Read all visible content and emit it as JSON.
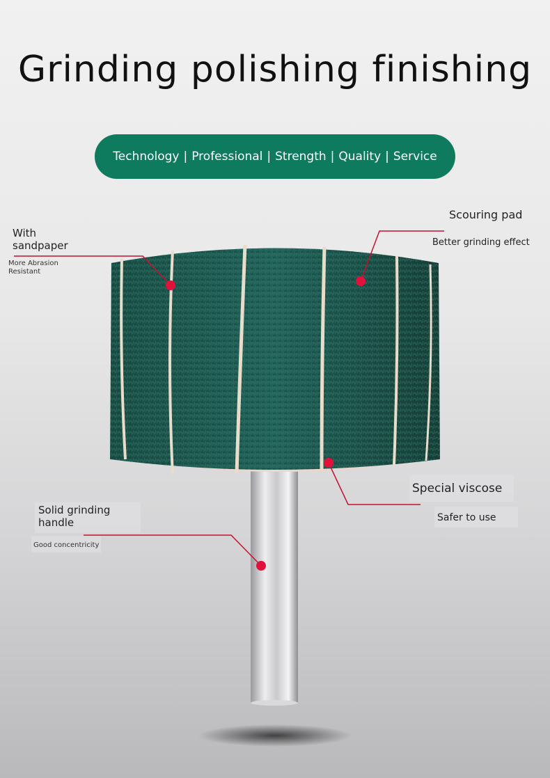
{
  "title": "Grinding polishing finishing",
  "banner": {
    "items": [
      "Technology",
      "Professional",
      "Strength",
      "Quality",
      "Service"
    ],
    "separator": "|",
    "color": "#0e7a5e"
  },
  "callouts": {
    "sandpaper": {
      "title": "With sandpaper",
      "subtitle": "More Abrasion Resistant"
    },
    "scouring": {
      "title": "Scouring pad",
      "subtitle": "Better grinding effect"
    },
    "viscose": {
      "title": "Special viscose",
      "subtitle": "Safer to use"
    },
    "handle": {
      "title": "Solid grinding handle",
      "subtitle": "Good concentricity"
    }
  },
  "colors": {
    "callout_line": "#c8102e",
    "pad_green": "#1f5a4f"
  }
}
